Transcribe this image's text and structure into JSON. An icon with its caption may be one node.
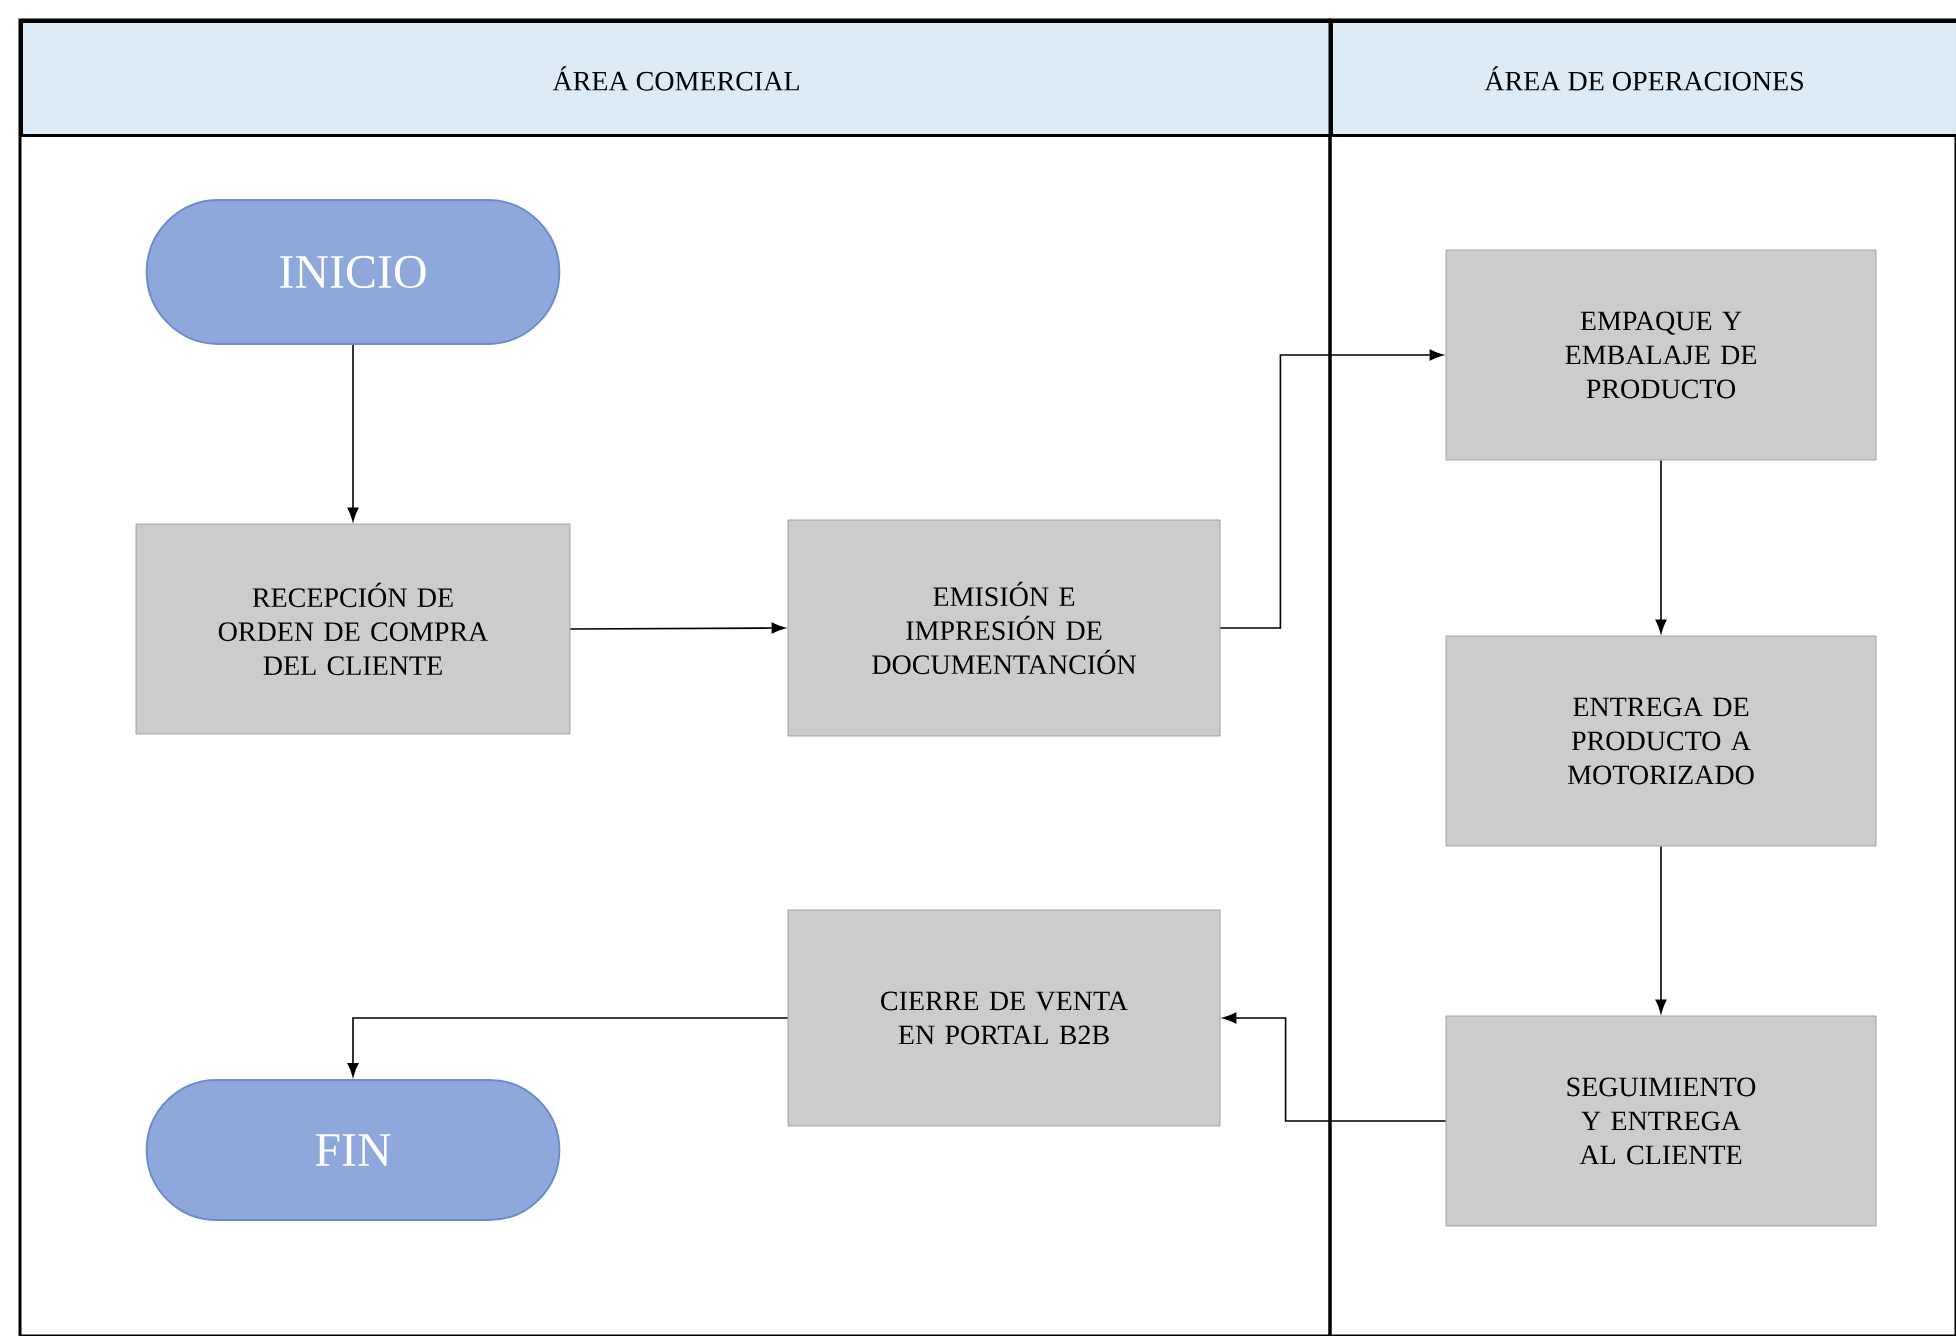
{
  "diagram": {
    "nodes": [
      {
        "text": [
          "ÁREA COMERCIAL"
        ]
      },
      {
        "text": [
          "ÁREA DE OPERACIONES"
        ]
      },
      {
        "text": [
          "INICIO"
        ],
        "in": 0
      },
      {
        "text": [
          "RECEPCIÓN DE ORDEN DE COMPRA DEL CLIENTE"
        ],
        "in": 0
      },
      {
        "text": [
          "EMISIÓN E IMPRESIÓN DE DOCUMENTANCIÓN"
        ],
        "in": 0
      },
      {
        "text": [
          "EMPAQUE Y EMBALAJE DE PRODUCTO"
        ],
        "in": 1
      },
      {
        "text": [
          "ENTREGA DE PRODUCTO A MOTORIZADO"
        ],
        "in": 1
      },
      {
        "text": [
          "SEGUIMIENTO Y ENTREGA AL CLIENTE"
        ],
        "in": 1
      },
      {
        "text": [
          "CIERRE DE VENTA EN PORTAL B2B"
        ],
        "in": 0
      },
      {
        "text": [
          "FIN"
        ],
        "in": 0
      }
    ],
    "edges": [
      {
        "from": 2,
        "to": 3,
        "arrow": "to"
      },
      {
        "from": 3,
        "to": 4,
        "arrow": "to"
      },
      {
        "from": 4,
        "to": 5,
        "arrow": "to"
      },
      {
        "from": 5,
        "to": 6,
        "arrow": "to"
      },
      {
        "from": 6,
        "to": 7,
        "arrow": "to"
      },
      {
        "from": 7,
        "to": 8,
        "arrow": "to"
      },
      {
        "from": 8,
        "to": 9,
        "arrow": "to"
      }
    ]
  }
}
